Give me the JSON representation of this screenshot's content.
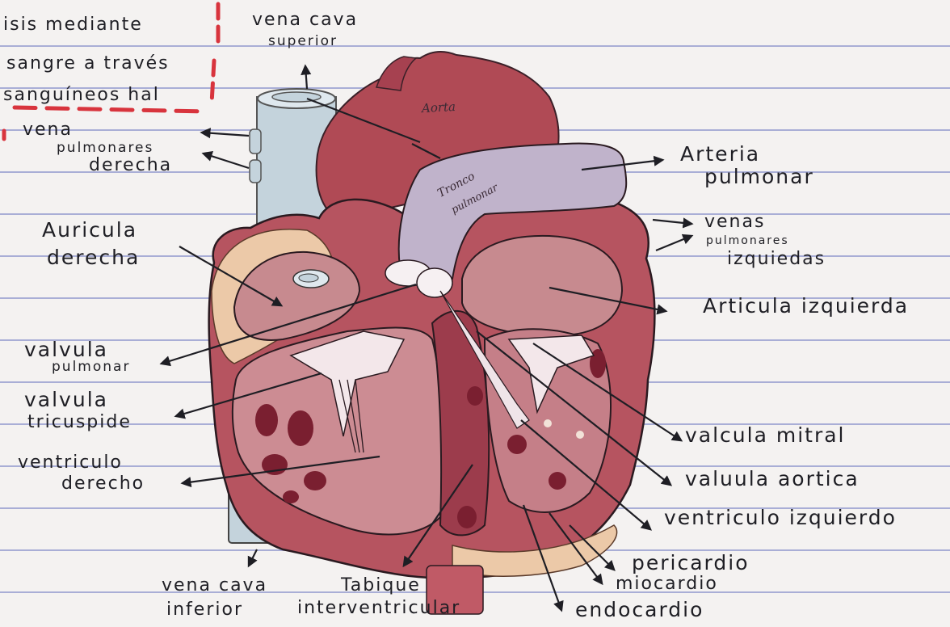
{
  "notes": {
    "line1": "isis mediante",
    "line2": "sangre a través",
    "line3": "sanguíneos hal"
  },
  "inner_labels": {
    "aorta": "Aorta",
    "tronco_line1": "Tronco",
    "tronco_line2": "pulmonar"
  },
  "labels": {
    "vena_cava_superior_1": "vena cava",
    "vena_cava_superior_2": "superior",
    "venas_pulmonares_derecha_1": "vena",
    "venas_pulmonares_derecha_2": "pulmonares",
    "venas_pulmonares_derecha_3": "derecha",
    "auricula_derecha_1": "Auricula",
    "auricula_derecha_2": "derecha",
    "valvula_pulmonar_1": "valvula",
    "valvula_pulmonar_2": "pulmonar",
    "valvula_tricuspide_1": "valvula",
    "valvula_tricuspide_2": "tricuspide",
    "ventriculo_derecho_1": "ventriculo",
    "ventriculo_derecho_2": "derecho",
    "vena_cava_inferior_1": "vena cava",
    "vena_cava_inferior_2": "inferior",
    "tabique_1": "Tabique",
    "tabique_2": "interventricular",
    "arteria_pulmonar_1": "Arteria",
    "arteria_pulmonar_2": "pulmonar",
    "venas_pulmonares_izq_1": "venas",
    "venas_pulmonares_izq_2": "pulmonares",
    "venas_pulmonares_izq_3": "izquiedas",
    "auricula_izquierda": "Articula izquierda",
    "valvula_mitral": "valcula mitral",
    "valvula_aortica": "valuula aortica",
    "ventriculo_izquierdo": "ventriculo izquierdo",
    "pericardio": "pericardio",
    "miocardio": "miocardio",
    "endocardio": "endocardio"
  },
  "colors": {
    "heart_red": "#b04a55",
    "heart_dark": "#8a2e3e",
    "heart_pink": "#d9949a",
    "vein_blue": "#c4d3dc",
    "trunk_lavender": "#c0b3cb",
    "fat_beige": "#ecc9a8",
    "marker_red": "#d8343d",
    "rule_blue": "#a9aed6"
  }
}
